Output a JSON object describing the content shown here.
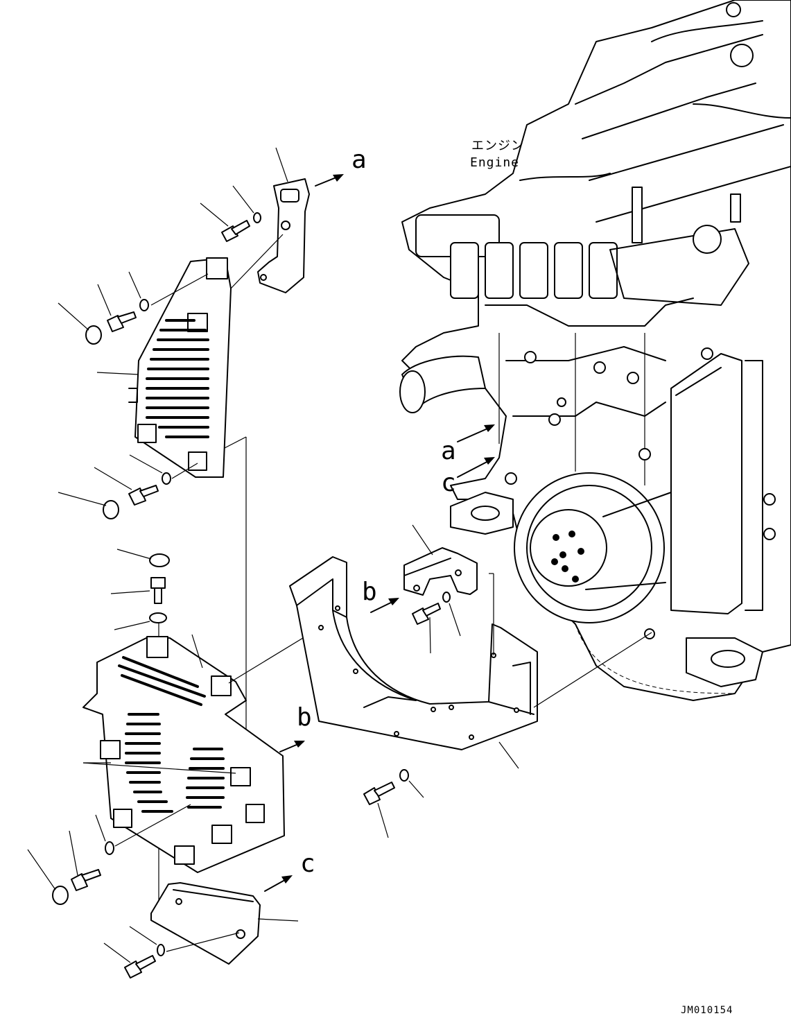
{
  "diagram": {
    "engine_label_jp": "エンジン",
    "engine_label_en": "Engine",
    "drawing_code": "JM010154",
    "reference_letters": {
      "a_top": "a",
      "a_side": "a",
      "b_mid": "b",
      "b_left": "b",
      "c_side": "c",
      "c_bottom": "c"
    }
  }
}
